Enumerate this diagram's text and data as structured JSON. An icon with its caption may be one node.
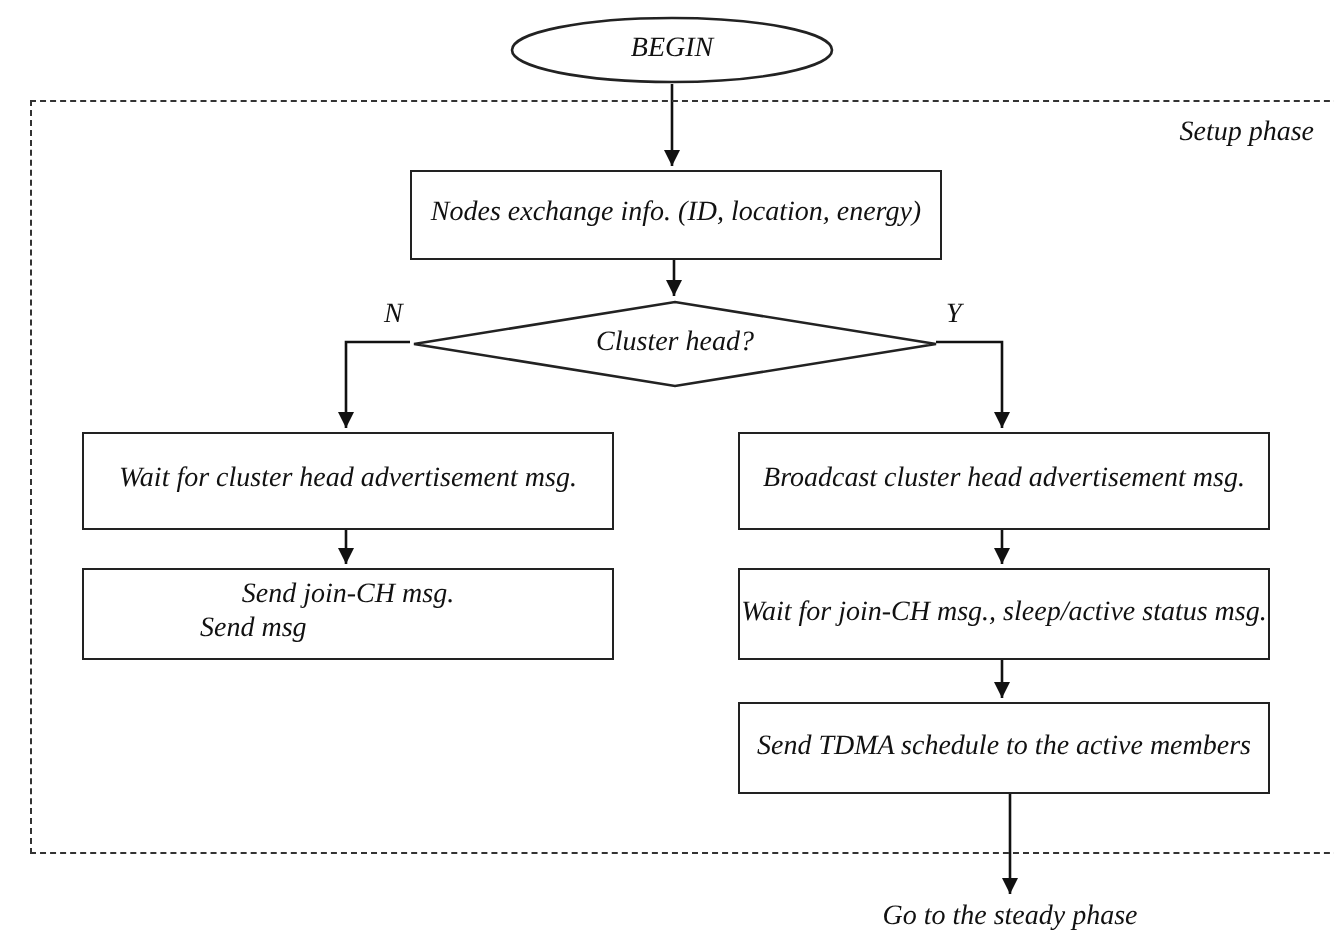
{
  "diagram": {
    "nodes": [
      {
        "text": [
          "BEGIN"
        ]
      },
      {
        "text": [
          "Setup phase"
        ]
      },
      {
        "text": [
          "Nodes exchange info. (ID, location, energy)"
        ],
        "in": 1
      },
      {
        "text": [
          "Cluster head?"
        ],
        "in": 1
      },
      {
        "text": [
          "Wait for cluster head advertisement msg."
        ],
        "in": 1
      },
      {
        "text": [
          "Send join-CH msg.",
          "Send msg"
        ],
        "in": 1
      },
      {
        "text": [
          "Broadcast cluster head advertisement msg."
        ],
        "in": 1
      },
      {
        "text": [
          "Wait for join-CH msg., sleep/active status msg."
        ],
        "in": 1
      },
      {
        "text": [
          "Send TDMA schedule to the active members"
        ],
        "in": 1
      },
      {
        "text": [
          "Go to the steady phase"
        ]
      }
    ],
    "edges": [
      {
        "from": 0,
        "to": 2,
        "arrow": "to"
      },
      {
        "from": 2,
        "to": 3,
        "arrow": "to"
      },
      {
        "from": 3,
        "to": 4,
        "arrow": "to",
        "label": "N"
      },
      {
        "from": 3,
        "to": 6,
        "arrow": "to",
        "label": "Y"
      },
      {
        "from": 4,
        "to": 5,
        "arrow": "to"
      },
      {
        "from": 6,
        "to": 7,
        "arrow": "to"
      },
      {
        "from": 7,
        "to": 8,
        "arrow": "to"
      },
      {
        "from": 8,
        "to": 9,
        "arrow": "to"
      }
    ]
  }
}
